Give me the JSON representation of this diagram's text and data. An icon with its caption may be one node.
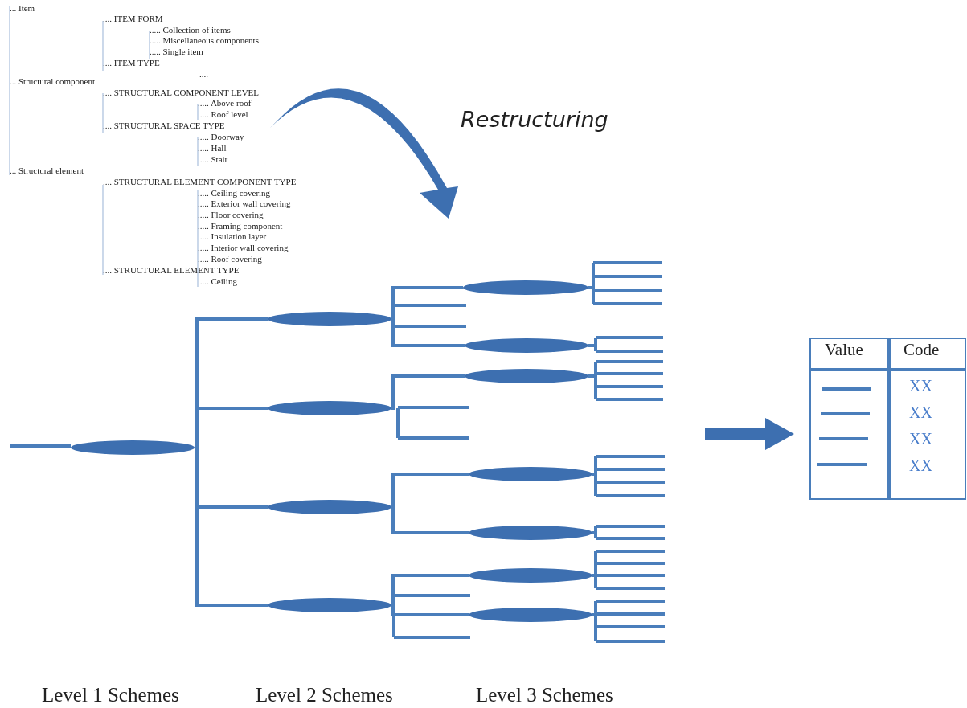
{
  "diagram": {
    "nodes": [
      {
        "text": [],
        "shape": "ellipse"
      },
      {
        "text": [],
        "shape": "ellipse"
      },
      {
        "text": [],
        "shape": "ellipse"
      },
      {
        "text": [],
        "shape": "ellipse"
      },
      {
        "text": [],
        "shape": "ellipse"
      },
      {
        "text": [],
        "shape": "ellipse"
      },
      {
        "text": [],
        "shape": "ellipse"
      },
      {
        "text": [],
        "shape": "ellipse"
      },
      {
        "text": [],
        "shape": "ellipse"
      },
      {
        "text": [],
        "shape": "ellipse"
      },
      {
        "text": [],
        "shape": "ellipse"
      },
      {
        "text": [],
        "shape": "ellipse"
      }
    ],
    "edges": [
      {
        "from": null,
        "to": 0,
        "arrow": "none"
      },
      {
        "from": 0,
        "to": 1,
        "arrow": "none"
      },
      {
        "from": 0,
        "to": 2,
        "arrow": "none"
      },
      {
        "from": 0,
        "to": 3,
        "arrow": "none"
      },
      {
        "from": 0,
        "to": 4,
        "arrow": "none"
      },
      {
        "from": 1,
        "to": 5,
        "arrow": "none"
      },
      {
        "from": 1,
        "to": 6,
        "arrow": "none"
      },
      {
        "from": 2,
        "to": 7,
        "arrow": "none"
      },
      {
        "from": 3,
        "to": 8,
        "arrow": "none"
      },
      {
        "from": 3,
        "to": 9,
        "arrow": "none"
      },
      {
        "from": 4,
        "to": 10,
        "arrow": "none"
      },
      {
        "from": 4,
        "to": 11,
        "arrow": "none"
      }
    ],
    "labels": [
      "... Item",
      ".... ITEM FORM",
      "..... Collection of items",
      "..... Miscellaneous components",
      "..... Single item",
      ".... ITEM TYPE",
      "....",
      "... Structural component",
      ".... STRUCTURAL COMPONENT LEVEL",
      "..... Above roof",
      "..... Roof level",
      ".... STRUCTURAL SPACE TYPE",
      "..... Doorway",
      "..... Hall",
      "..... Stair",
      "... Structural element",
      ".... STRUCTURAL ELEMENT COMPONENT TYPE",
      "..... Ceiling covering",
      "..... Exterior wall covering",
      "..... Floor covering",
      "..... Framing component",
      "..... Insulation layer",
      "..... Interior wall covering",
      "..... Roof covering",
      ".... STRUCTURAL ELEMENT TYPE",
      "..... Ceiling",
      "Restructuring",
      "Value",
      "Code",
      "XX",
      "XX",
      "XX",
      "XX",
      "Level 1 Schemes",
      "Level 2 Schemes",
      "Level 3 Schemes"
    ]
  }
}
